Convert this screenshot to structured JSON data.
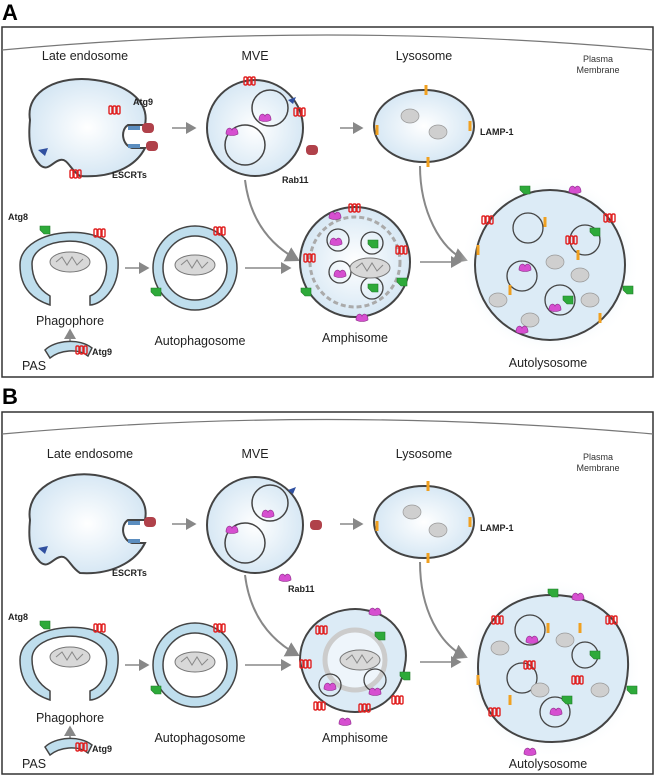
{
  "panels": [
    {
      "letter": "A",
      "labels": {
        "late_endosome": "Late endosome",
        "mve": "MVE",
        "lysosome": "Lysosome",
        "plasma_membrane_1": "Plasma",
        "plasma_membrane_2": "Membrane",
        "atg9_top": "Atg9",
        "escrts": "ESCRTs",
        "rab11": "Rab11",
        "lamp1": "LAMP-1",
        "atg8": "Atg8",
        "phagophore": "Phagophore",
        "autophagosome": "Autophagosome",
        "amphisome": "Amphisome",
        "autolysosome": "Autolysosome",
        "pas": "PAS",
        "atg9_pas": "Atg9"
      }
    },
    {
      "letter": "B",
      "labels": {
        "late_endosome": "Late endosome",
        "mve": "MVE",
        "lysosome": "Lysosome",
        "plasma_membrane_1": "Plasma",
        "plasma_membrane_2": "Membrane",
        "escrts": "ESCRTs",
        "rab11": "Rab11",
        "lamp1": "LAMP-1",
        "atg8": "Atg8",
        "phagophore": "Phagophore",
        "autophagosome": "Autophagosome",
        "amphisome": "Amphisome",
        "autolysosome": "Autolysosome",
        "pas": "PAS",
        "atg9_pas": "Atg9"
      }
    }
  ],
  "colors": {
    "vesicle_fill": "#dcebf6",
    "membrane": "#444444",
    "atg9": "#e02020",
    "escrt": "#5b8dbf",
    "rab11": "#b0414a",
    "lamp1": "#f0a020",
    "atg8": "#2eaa3a",
    "cargo": "#d64fd0",
    "lumen_gray": "#cfcfcf"
  }
}
